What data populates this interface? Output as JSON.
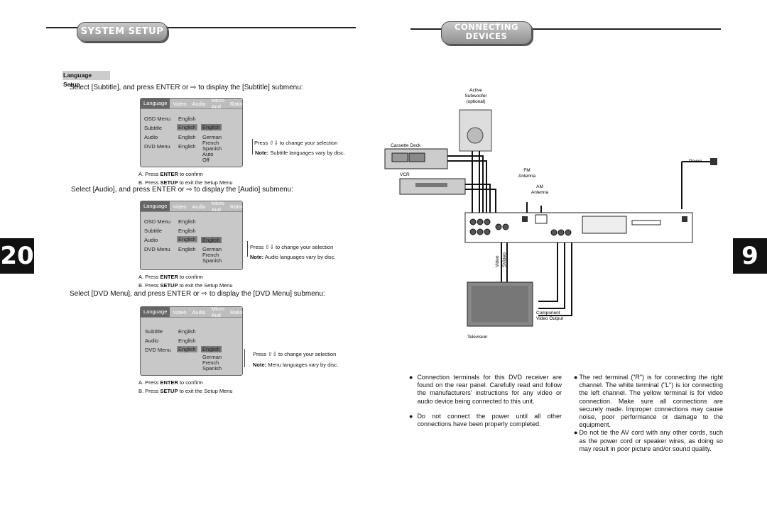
{
  "left": {
    "header": "SYSTEM SETUP",
    "page_number": "20",
    "section_label": "Language Setup",
    "blocks": [
      {
        "intro_before": "Select [Subtitle], and press ENTER or",
        "intro_after": "to display the [Subtitle] submenu:",
        "tabs": [
          "Language",
          "Video",
          "Audio",
          "Micro Aud",
          "Rating"
        ],
        "rows": [
          {
            "label": "OSD Menu",
            "value": "English"
          },
          {
            "label": "Subtitle",
            "value": "English",
            "value2": "English"
          },
          {
            "label": "Audio",
            "value": "English",
            "value2": "German"
          },
          {
            "label": "DVD Menu",
            "value": "English"
          }
        ],
        "options": [
          "French",
          "Spanish",
          "Auto",
          "Off"
        ],
        "press_before": "Press",
        "press_after": "to change your selection",
        "note_label": "Note:",
        "note_text": "Subtitle languages vary by disc.",
        "step_a_pre": "A.  Press",
        "step_a_key": "ENTER",
        "step_a_post": "to confirm",
        "step_b_pre": "B.  Press",
        "step_b_key": "SETUP",
        "step_b_post": "to exit the Setup Menu"
      },
      {
        "intro_before": "Select [Audio], and press ENTER or",
        "intro_after": "to display the [Audio] submenu:",
        "tabs": [
          "Language",
          "Video",
          "Audio",
          "Micro Aud",
          "Rating"
        ],
        "rows": [
          {
            "label": "OSD Menu",
            "value": "English"
          },
          {
            "label": "Subtitle",
            "value": "English"
          },
          {
            "label": "Audio",
            "value": "English",
            "value2": "English"
          },
          {
            "label": "DVD Menu",
            "value": "English",
            "value2": "German"
          }
        ],
        "options": [
          "French",
          "Spanish"
        ],
        "press_before": "Press",
        "press_after": "to change your selection",
        "note_label": "Note:",
        "note_text": "Audio languages vary by disc.",
        "step_a_pre": "A.  Press",
        "step_a_key": "ENTER",
        "step_a_post": "to confirm",
        "step_b_pre": "B.  Press",
        "step_b_key": "SETUP",
        "step_b_post": "to exit the Setup Menu"
      },
      {
        "intro_before": "Select [DVD Menu], and press ENTER or",
        "intro_after": "to display the [DVD Menu] submenu:",
        "tabs": [
          "Language",
          "Video",
          "Audio",
          "Micro Aud",
          "Rating"
        ],
        "rows": [
          {
            "label": "Subtitle",
            "value": "English"
          },
          {
            "label": "Audio",
            "value": "English"
          },
          {
            "label": "DVD Menu",
            "value": "English",
            "value2": "English"
          }
        ],
        "options": [
          "German",
          "French",
          "Spanish"
        ],
        "press_before": "Press",
        "press_after": "to change your selection",
        "note_label": "Note:",
        "note_text": "Menu languages vary by disc.",
        "step_a_pre": "A.  Press",
        "step_a_key": "ENTER",
        "step_a_post": "to confirm",
        "step_b_pre": "B.  Press",
        "step_b_key": "SETUP",
        "step_b_post": "to exit the Setup Menu"
      }
    ]
  },
  "right": {
    "header_line1": "CONNECTING",
    "header_line2": "DEVICES",
    "page_number": "9",
    "diagram": {
      "subwoofer": [
        "Active",
        "Subwoofer",
        "(optional)"
      ],
      "cassette": "Cassette Deck",
      "vcr": "VCR",
      "fm": [
        "FM",
        "Antenna"
      ],
      "am": [
        "AM",
        "Antenna"
      ],
      "power": "Power",
      "video": "Video",
      "svideo": "SVideo",
      "component": [
        "Component",
        "Video Output"
      ],
      "television": "Television"
    },
    "bullets_left": [
      "Connection terminals for this DVD receiver are found on the rear panel. Carefully read and follow the manufacturers' instructions for any video or audio device being connected to this unit.",
      "Do not connect the power until all other connections have been properly completed."
    ],
    "bullets_right": [
      "The red terminal (\"R\") is for connecting the right channel. The white terminal (\"L\") is ior connecting the left channel. The yellow terminal is for video connection. Make sure all connections are securely made. Improper connections may cause noise, poor performance or damage to the equipment.",
      "Do not tie the AV cord with any other cords, such as the power cord or speaker wires, as doing so may result in poor picture and/or sound quality."
    ]
  },
  "colors": {
    "page_tab": "#111111",
    "menu_bg": "#c8c8c8",
    "highlight": "#888888"
  }
}
